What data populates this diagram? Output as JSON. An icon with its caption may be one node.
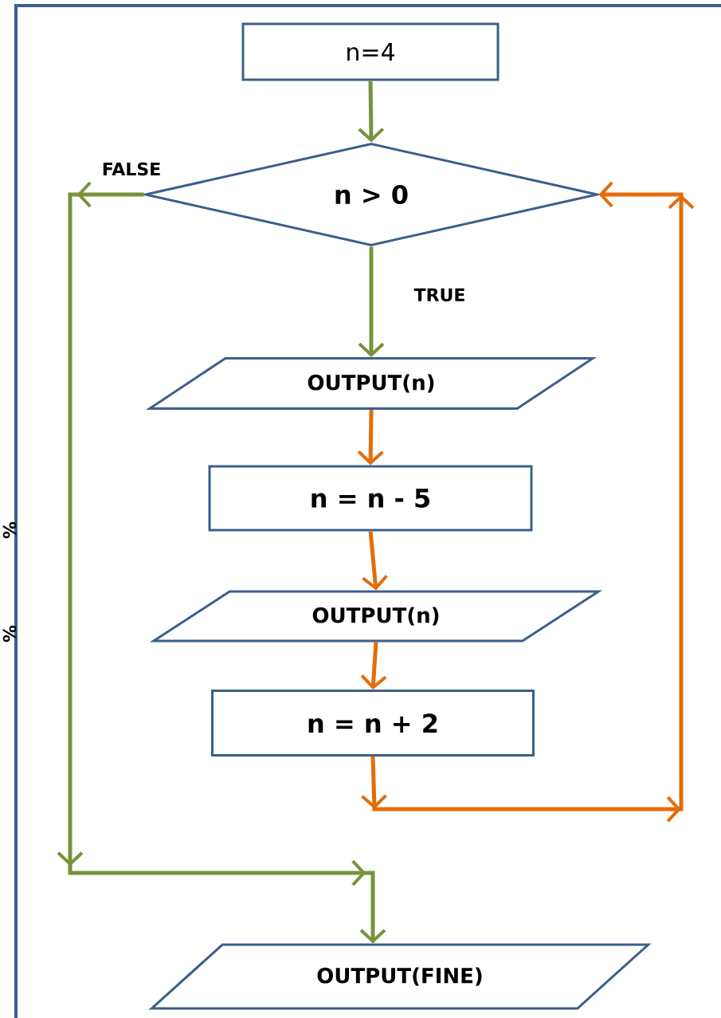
{
  "diagram": {
    "nodes": [
      {
        "text": [
          "n=4"
        ]
      },
      {
        "text": [
          "n > 0"
        ]
      },
      {
        "text": [
          "OUTPUT(n)"
        ]
      },
      {
        "text": [
          "n = n - 5"
        ]
      },
      {
        "text": [
          "OUTPUT(n)"
        ]
      },
      {
        "text": [
          "n = n + 2"
        ]
      },
      {
        "text": [
          "OUTPUT(FINE)"
        ]
      }
    ],
    "edges": [
      {
        "from": 0,
        "to": 1,
        "arrow": "to",
        "color": "#77933c"
      },
      {
        "from": 1,
        "to": 2,
        "arrow": "to",
        "label": "TRUE",
        "color": "#77933c"
      },
      {
        "from": 2,
        "to": 3,
        "arrow": "to"
      },
      {
        "from": 3,
        "to": 4,
        "arrow": "to"
      },
      {
        "from": 4,
        "to": 5,
        "arrow": "to"
      },
      {
        "from": 5,
        "to": 1,
        "arrow": "to"
      },
      {
        "from": 1,
        "to": 6,
        "arrow": "to",
        "label": "FALSE",
        "color": "#77933c"
      }
    ],
    "labels": [
      "%",
      "%"
    ]
  }
}
